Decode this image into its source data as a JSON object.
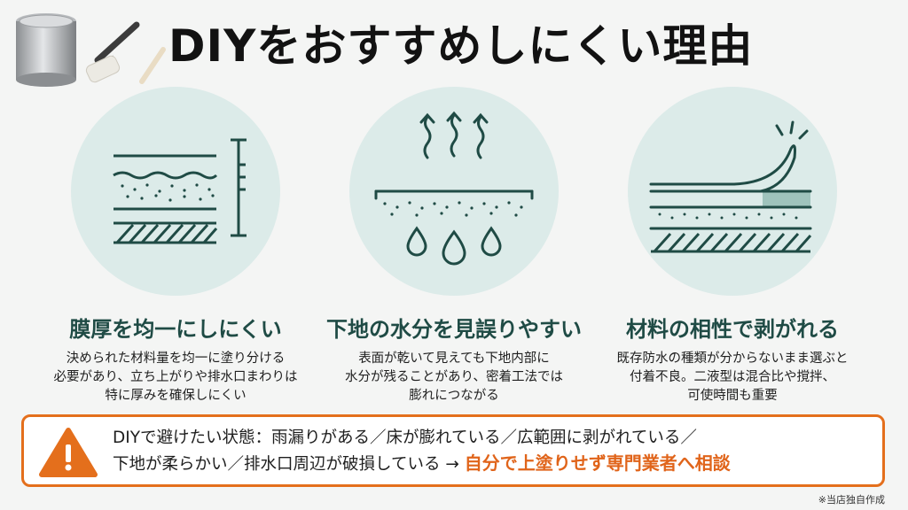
{
  "title": "DIYをおすすめしにくい理由",
  "colors": {
    "accent": "#1f4b45",
    "circle_bg": "#dcebe9",
    "warning": "#e46f1c",
    "highlight": "#e0641a"
  },
  "cards": [
    {
      "heading": "膜厚を均一にしにくい",
      "lines": [
        "決められた材料量を均一に塗り分ける",
        "必要があり、立ち上がりや排水口まわりは",
        "特に厚みを確保しにくい"
      ],
      "icon": "membrane-thickness-icon"
    },
    {
      "heading": "下地の水分を見誤りやすい",
      "lines": [
        "表面が乾いて見えても下地内部に",
        "水分が残ることがあり、密着工法では",
        "膨れにつながる"
      ],
      "icon": "moisture-icon"
    },
    {
      "heading": "材料の相性で剥がれる",
      "lines": [
        "既存防水の種類が分からないまま選ぶと",
        "付着不良。二液型は混合比や撹拌、",
        "可使時間も重要"
      ],
      "icon": "peeling-icon"
    }
  ],
  "warning": {
    "line1": "DIYで避けたい状態：雨漏りがある／床が膨れている／広範囲に剥がれている／",
    "line2": "下地が柔らかい／排水口周辺が破損している → ",
    "highlight": "自分で上塗りせず専門業者へ相談"
  },
  "note": "※当店独自作成"
}
